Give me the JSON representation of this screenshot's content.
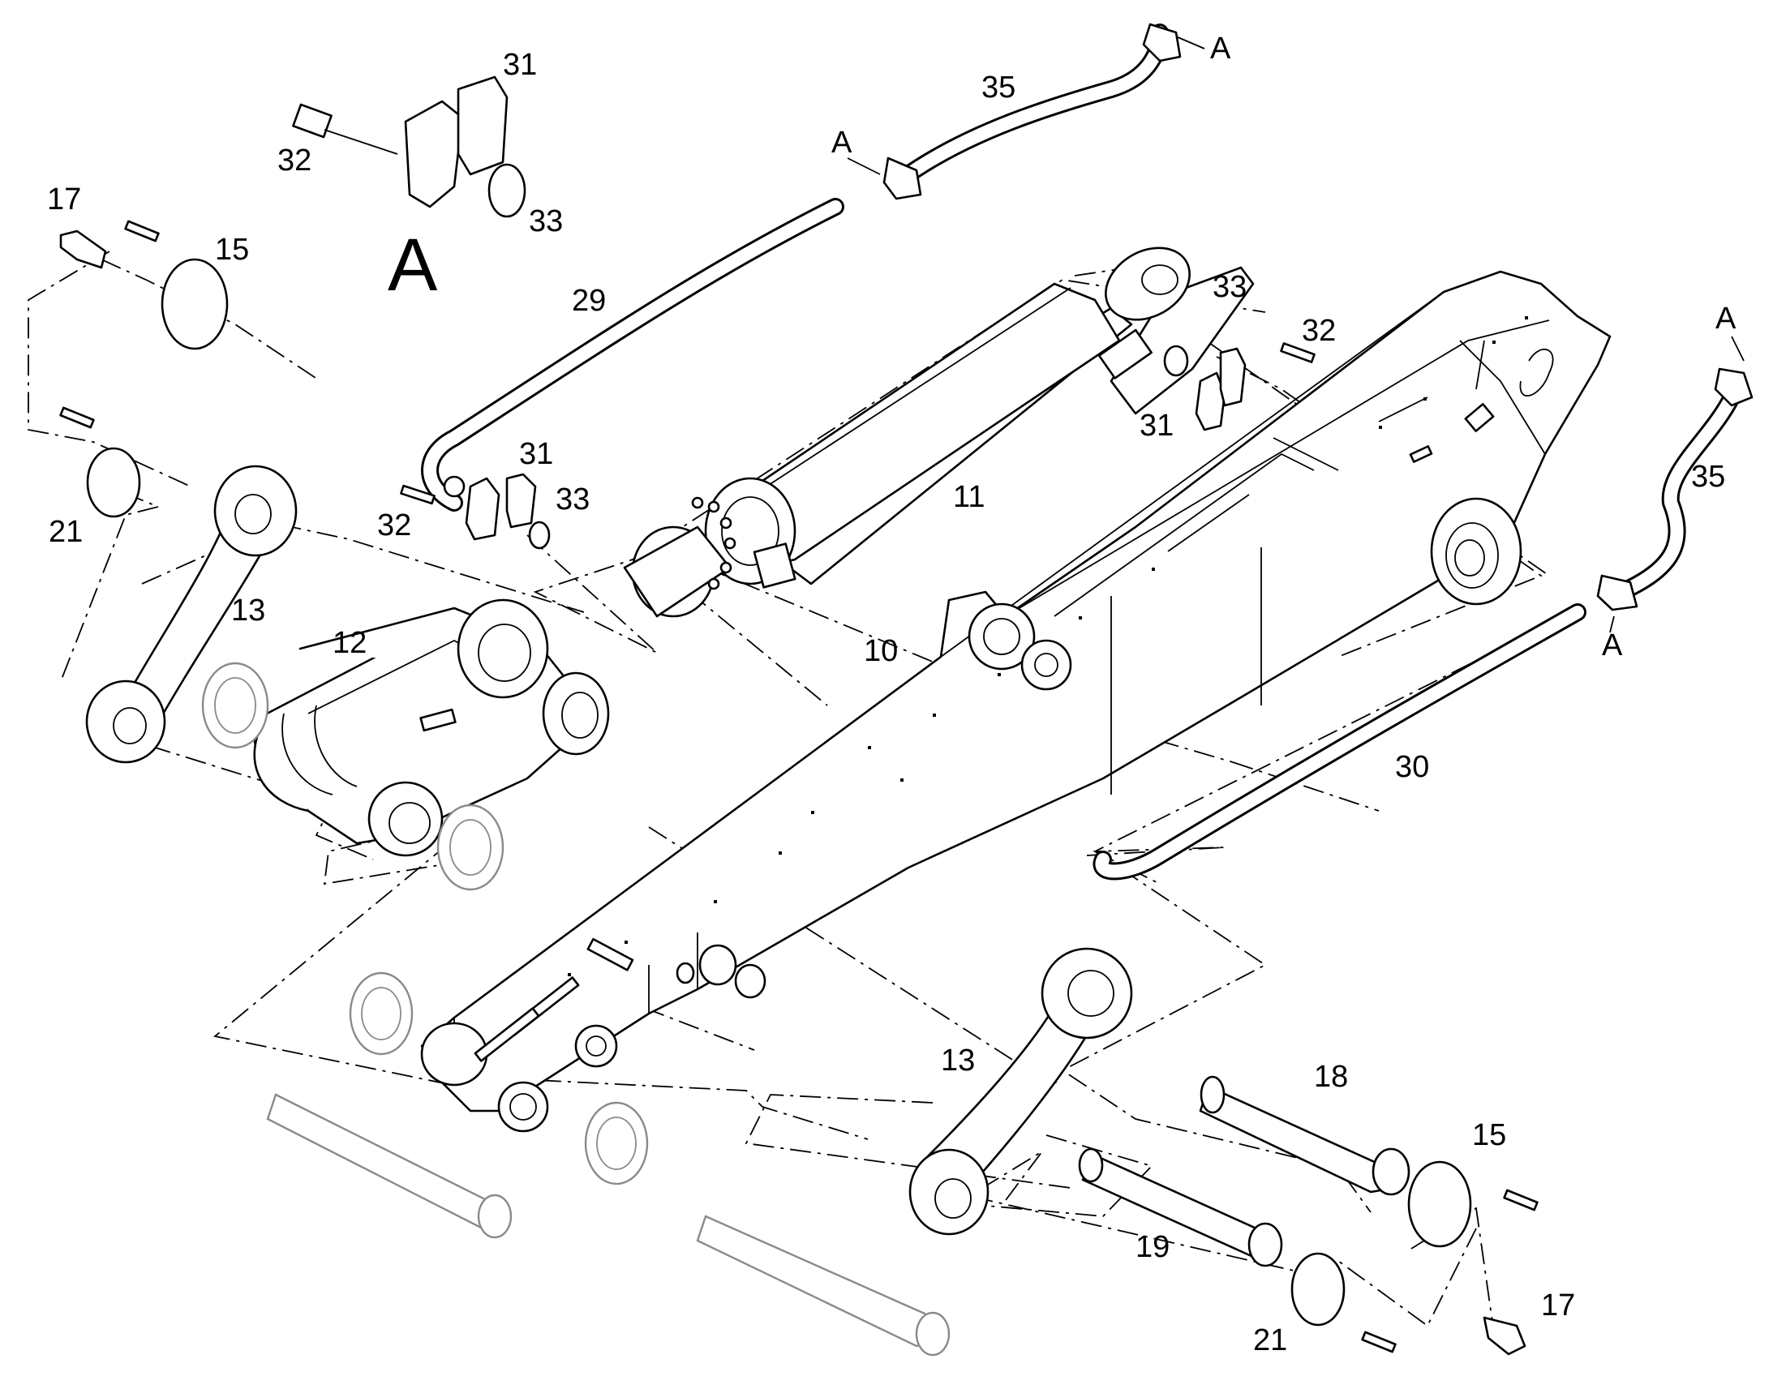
{
  "callouts": {
    "c10": "10",
    "c11": "11",
    "c12": "12",
    "c13a": "13",
    "c13b": "13",
    "c15a": "15",
    "c15b": "15",
    "c17a": "17",
    "c17b": "17",
    "c18": "18",
    "c19": "19",
    "c21a": "21",
    "c21b": "21",
    "c29": "29",
    "c30": "30",
    "c31a": "31",
    "c31b": "31",
    "c31c": "31",
    "c32a": "32",
    "c32b": "32",
    "c32c": "32",
    "c33a": "33",
    "c33b": "33",
    "c33c": "33",
    "c35a": "35",
    "c35b": "35",
    "detail_label": "A",
    "refA1": "A",
    "refA2": "A",
    "refA3": "A",
    "refA4": "A"
  }
}
